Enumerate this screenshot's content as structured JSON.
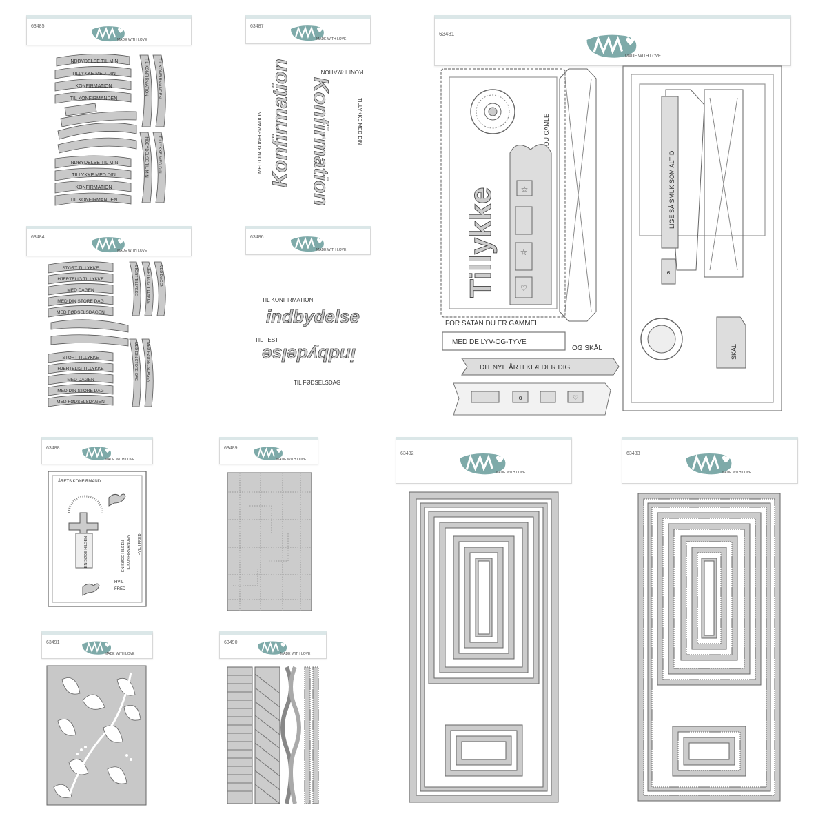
{
  "brand": {
    "tagline": "MADE WITH LOVE",
    "accent": "#7eaaa9"
  },
  "packages": {
    "p63485": {
      "code": "63485",
      "banners": [
        "INDBYDELSE TIL MIN",
        "TILLYKKE MED DIN",
        "KONFIRMATION",
        "TIL KONFIRMANDEN"
      ],
      "banners_b": [
        "INDBYDELSE TIL MIN",
        "TILLYKKE MED DIN",
        "KONFIRMATION",
        "TIL KONFIRMANDEN"
      ],
      "vert_a": [
        "TIL KONFIRMATION",
        "TIL KONFIRMANDEN"
      ],
      "vert_b": [
        "INDBYDELSE TIL MIN",
        "TILLYKKE MED DIN"
      ]
    },
    "p63484": {
      "code": "63484",
      "banners": [
        "STORT TILLYKKE",
        "HJERTELIG TILLYKKE",
        "MED DAGEN",
        "MED DIN STORE DAG",
        "MED FØDSELSDAGEN"
      ],
      "banners_b": [
        "STORT TILLYKKE",
        "HJERTELIG TILLYKKE",
        "MED DAGEN",
        "MED DIN STORE DAG",
        "MED FØDSELSDAGEN"
      ],
      "vert_a": [
        "STORT TILLYKKE",
        "HJERTELIG TILLYKKE",
        "MED DAGEN"
      ],
      "vert_b": [
        "MED DIN STORE DAG",
        "MED FØDSELSDAGEN"
      ]
    },
    "p63487": {
      "code": "63487",
      "top": "KONFIRMATION",
      "left": "MED DIN KONFIRMATION",
      "script": "Konfirmation",
      "right": "TILLYKKE MED DIN"
    },
    "p63486": {
      "code": "63486",
      "line1": "TIL KONFIRMATION",
      "script": "indbydelse",
      "line2": "TIL FEST",
      "line3": "TIL FØDSELSDAG"
    },
    "p63481": {
      "code": "63481",
      "script": "Tillykke",
      "du_gamle": "DU GAMLE",
      "for_satan": "FOR SATAN DU ER GAMMEL",
      "med_de": "MED DE LYV-OG-TYVE",
      "og_skal": "OG SKÅL",
      "dit_nye": "DIT NYE ÅRTI KLÆDER DIG",
      "lige": "LIGE SÅ SMUK SOM ALTID",
      "skal": "SKÅL"
    },
    "p63488": {
      "code": "63488",
      "title": "ÅRETS KONFIRMAND",
      "t1": "EN SØDE HILSEN",
      "t2": "EN SØDE HILSEN",
      "t3": "TIL KONFIRMANDEN",
      "t4": "HVIL I FRED",
      "t5": "HVIL I",
      "t6": "FRED"
    },
    "p63489": {
      "code": "63489"
    },
    "p63491": {
      "code": "63491"
    },
    "p63490": {
      "code": "63490"
    },
    "p63482": {
      "code": "63482"
    },
    "p63483": {
      "code": "63483"
    }
  }
}
